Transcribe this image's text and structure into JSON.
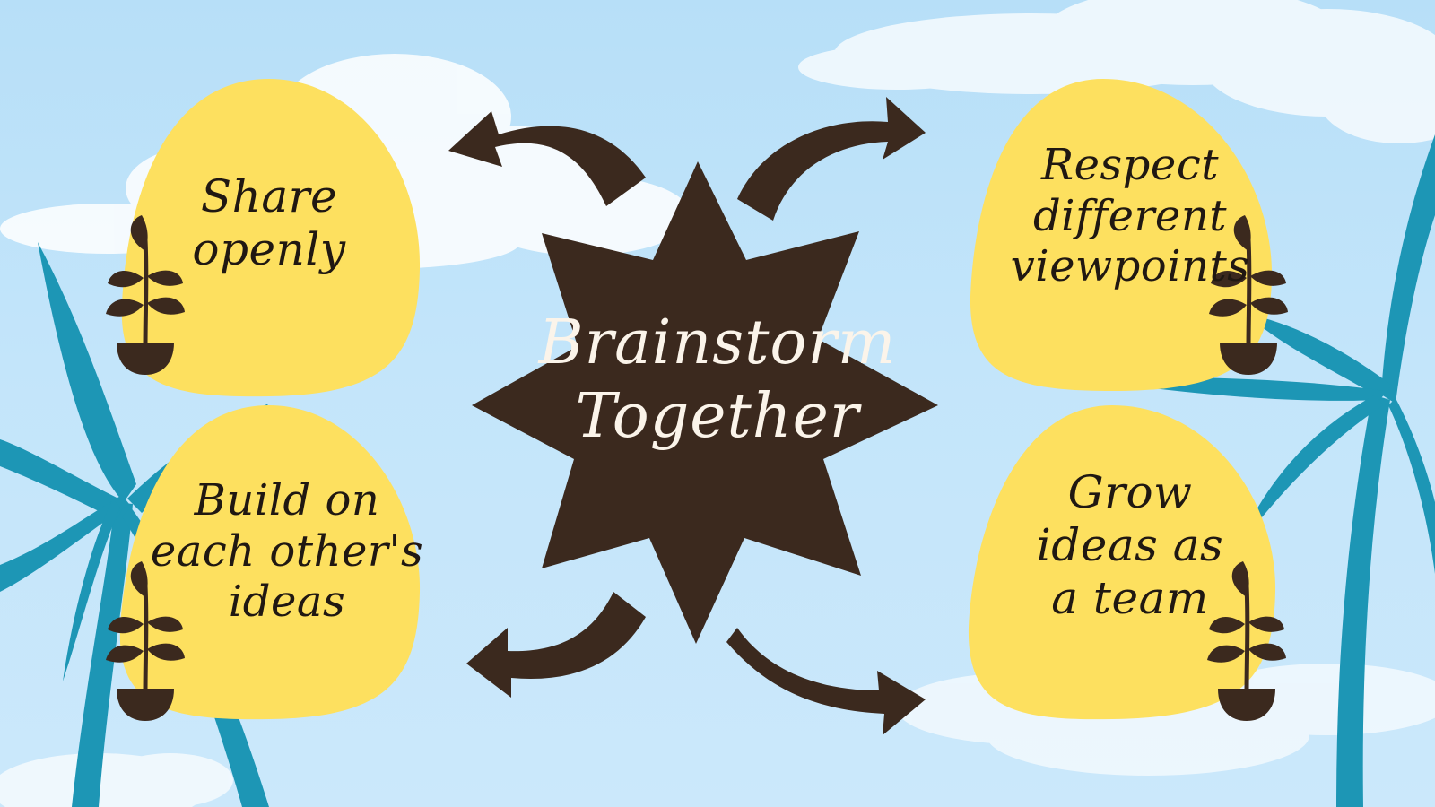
{
  "title": "Brainstorm\nTogether",
  "nodes": [
    {
      "id": "top-left",
      "text": "Share\nopenly"
    },
    {
      "id": "bottom-left",
      "text": "Build on\neach other's\nideas"
    },
    {
      "id": "top-right",
      "text": "Respect\ndifferent\nviewpoints"
    },
    {
      "id": "bottom-right",
      "text": "Grow\nideas as\na team"
    }
  ],
  "colors": {
    "sky": "#c3e5fa",
    "bubble": "#fde05f",
    "ink": "#3b291e",
    "palm": "#1d96b5",
    "cloud": "#ffffff",
    "title_text": "#fbf4ea"
  },
  "icons": [
    "potted-plant-icon",
    "palm-tree-icon",
    "cloud-icon",
    "curved-arrow-icon",
    "starburst-shape"
  ]
}
